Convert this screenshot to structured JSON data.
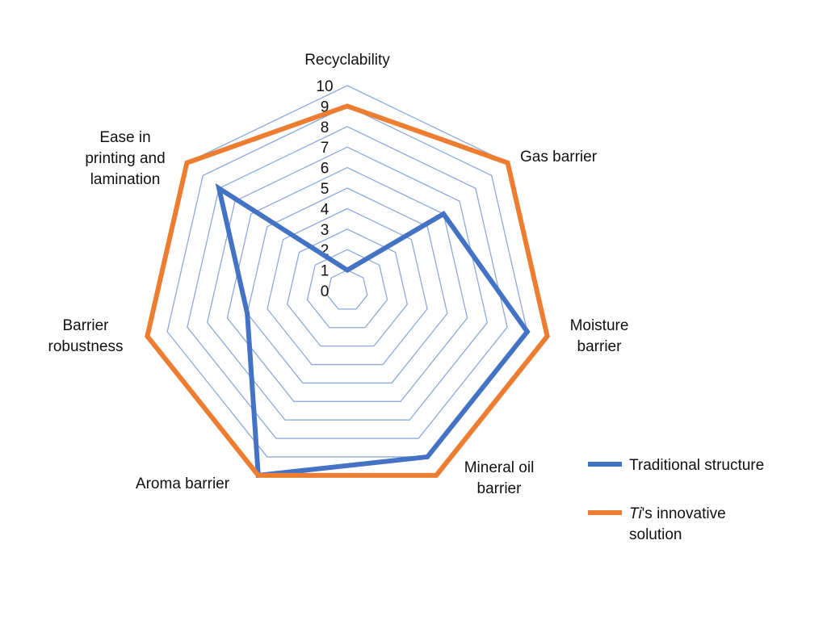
{
  "chart_data": {
    "type": "radar",
    "title": "",
    "categories": [
      "Recyclability",
      "Gas barrier",
      "Moisture barrier",
      "Mineral oil barrier",
      "Aroma barrier",
      "Barrier robustness",
      "Ease in printing and lamination"
    ],
    "axis_range": [
      0,
      10
    ],
    "ticks": [
      "0",
      "1",
      "2",
      "3",
      "4",
      "5",
      "6",
      "7",
      "8",
      "9",
      "10"
    ],
    "grid": true,
    "legend_position": "bottom-right",
    "series": [
      {
        "name": "Traditional structure",
        "values": [
          1,
          6,
          9,
          9,
          10,
          5,
          8
        ]
      },
      {
        "name": "Ti's innovative solution",
        "values": [
          9,
          10,
          10,
          10,
          10,
          10,
          10
        ]
      }
    ],
    "legend": {
      "series_0": "Traditional structure",
      "series_1_italic": "Ti",
      "series_1_line1": "'s innovative",
      "series_1_line2": "solution"
    },
    "colors": {
      "series_0": "#4472C4",
      "series_1": "#ED7D31",
      "grid": "#8EA9DB",
      "text": "#111111"
    }
  }
}
